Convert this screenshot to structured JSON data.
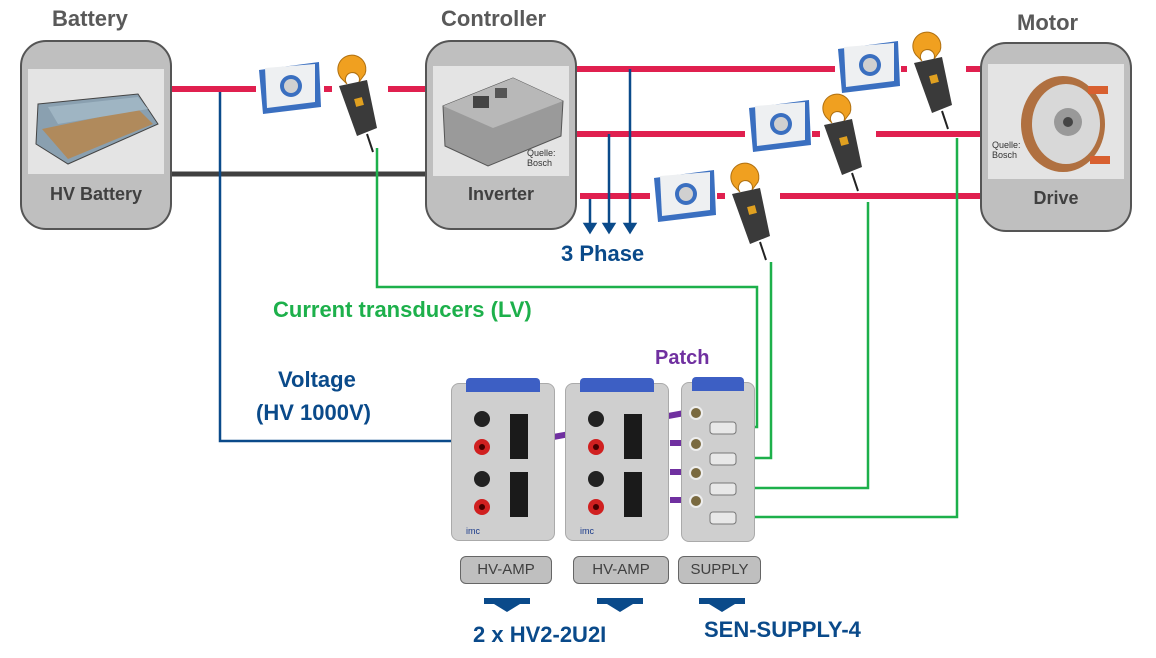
{
  "headers": {
    "battery": "Battery",
    "controller": "Controller",
    "motor": "Motor"
  },
  "components": {
    "battery": {
      "label": "HV Battery",
      "image": "hv-battery-pack"
    },
    "inverter": {
      "label": "Inverter",
      "image": "inverter-unit",
      "source": "Quelle:\nBosch",
      "source_line1": "Quelle:",
      "source_line2": "Bosch"
    },
    "drive": {
      "label": "Drive",
      "image": "electric-motor",
      "source_line1": "Quelle:",
      "source_line2": "Bosch"
    }
  },
  "annotations": {
    "three_phase": "3 Phase",
    "current_transducers": "Current transducers (LV)",
    "voltage_line1": "Voltage",
    "voltage_line2": "(HV 1000V)",
    "patch": "Patch"
  },
  "modules": [
    {
      "tag": "HV-AMP",
      "type": "hv-amplifier"
    },
    {
      "tag": "HV-AMP",
      "type": "hv-amplifier"
    },
    {
      "tag": "SUPPLY",
      "type": "sensor-supply"
    }
  ],
  "products": {
    "hv": "2 x HV2-2U2I",
    "supply": "SEN-SUPPLY-4"
  },
  "colors": {
    "hv_line": "#e0204f",
    "ground_line": "#404040",
    "voltage_line": "#0a4a8a",
    "signal_line": "#1db04b",
    "patch_cable": "#7030a0",
    "box_fill": "#bfbfbf"
  }
}
